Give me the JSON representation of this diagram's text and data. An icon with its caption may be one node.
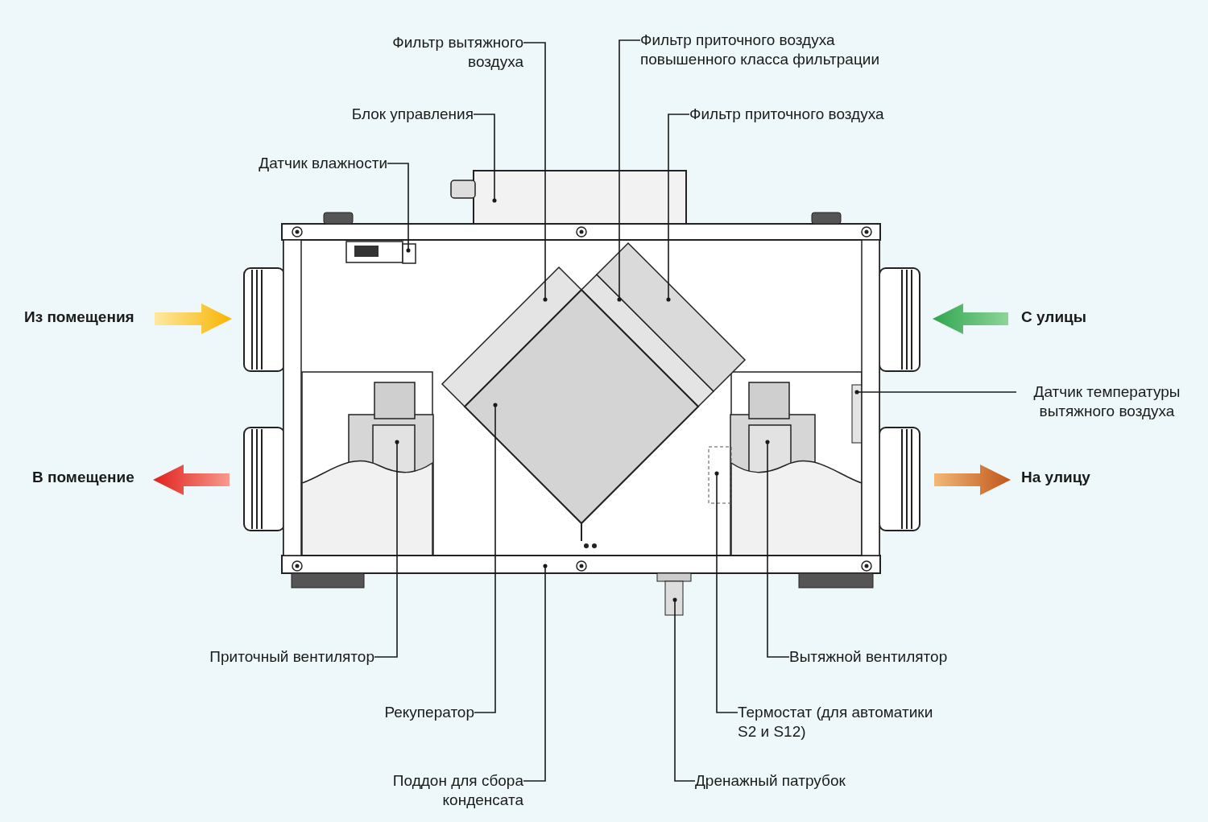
{
  "diagram": {
    "nodes": [
      {
        "text": [
          "Фильтр вытяжного воздуха"
        ]
      },
      {
        "text": [
          "Фильтр приточного воздуха повышенного класса фильтрации"
        ]
      },
      {
        "text": [
          "Блок управления"
        ]
      },
      {
        "text": [
          "Фильтр приточного воздуха"
        ]
      },
      {
        "text": [
          "Датчик влажности"
        ]
      },
      {
        "text": [
          "Датчик температуры вытяжного воздуха"
        ]
      },
      {
        "text": [
          "Приточный вентилятор"
        ]
      },
      {
        "text": [
          "Вытяжной вентилятор"
        ]
      },
      {
        "text": [
          "Рекуператор"
        ]
      },
      {
        "text": [
          "Термостат (для автоматики S2 и S12)"
        ]
      },
      {
        "text": [
          "Поддон для сбора конденсата"
        ]
      },
      {
        "text": [
          "Дренажный патрубок"
        ]
      }
    ],
    "edges": [
      {
        "from": 0,
        "to": null,
        "arrow": "other"
      },
      {
        "from": 1,
        "to": null,
        "arrow": "other"
      },
      {
        "from": 2,
        "to": null,
        "arrow": "other"
      },
      {
        "from": 3,
        "to": null,
        "arrow": "other"
      },
      {
        "from": 4,
        "to": null,
        "arrow": "other"
      },
      {
        "from": 5,
        "to": null,
        "arrow": "other"
      },
      {
        "from": 6,
        "to": null,
        "arrow": "other"
      },
      {
        "from": 7,
        "to": null,
        "arrow": "other"
      },
      {
        "from": 8,
        "to": null,
        "arrow": "other"
      },
      {
        "from": 9,
        "to": null,
        "arrow": "other"
      },
      {
        "from": 10,
        "to": null,
        "arrow": "other"
      },
      {
        "from": 11,
        "to": null,
        "arrow": "other"
      }
    ],
    "labels": [
      "Из помещения",
      "С улицы",
      "В помещение",
      "На улицу"
    ]
  }
}
